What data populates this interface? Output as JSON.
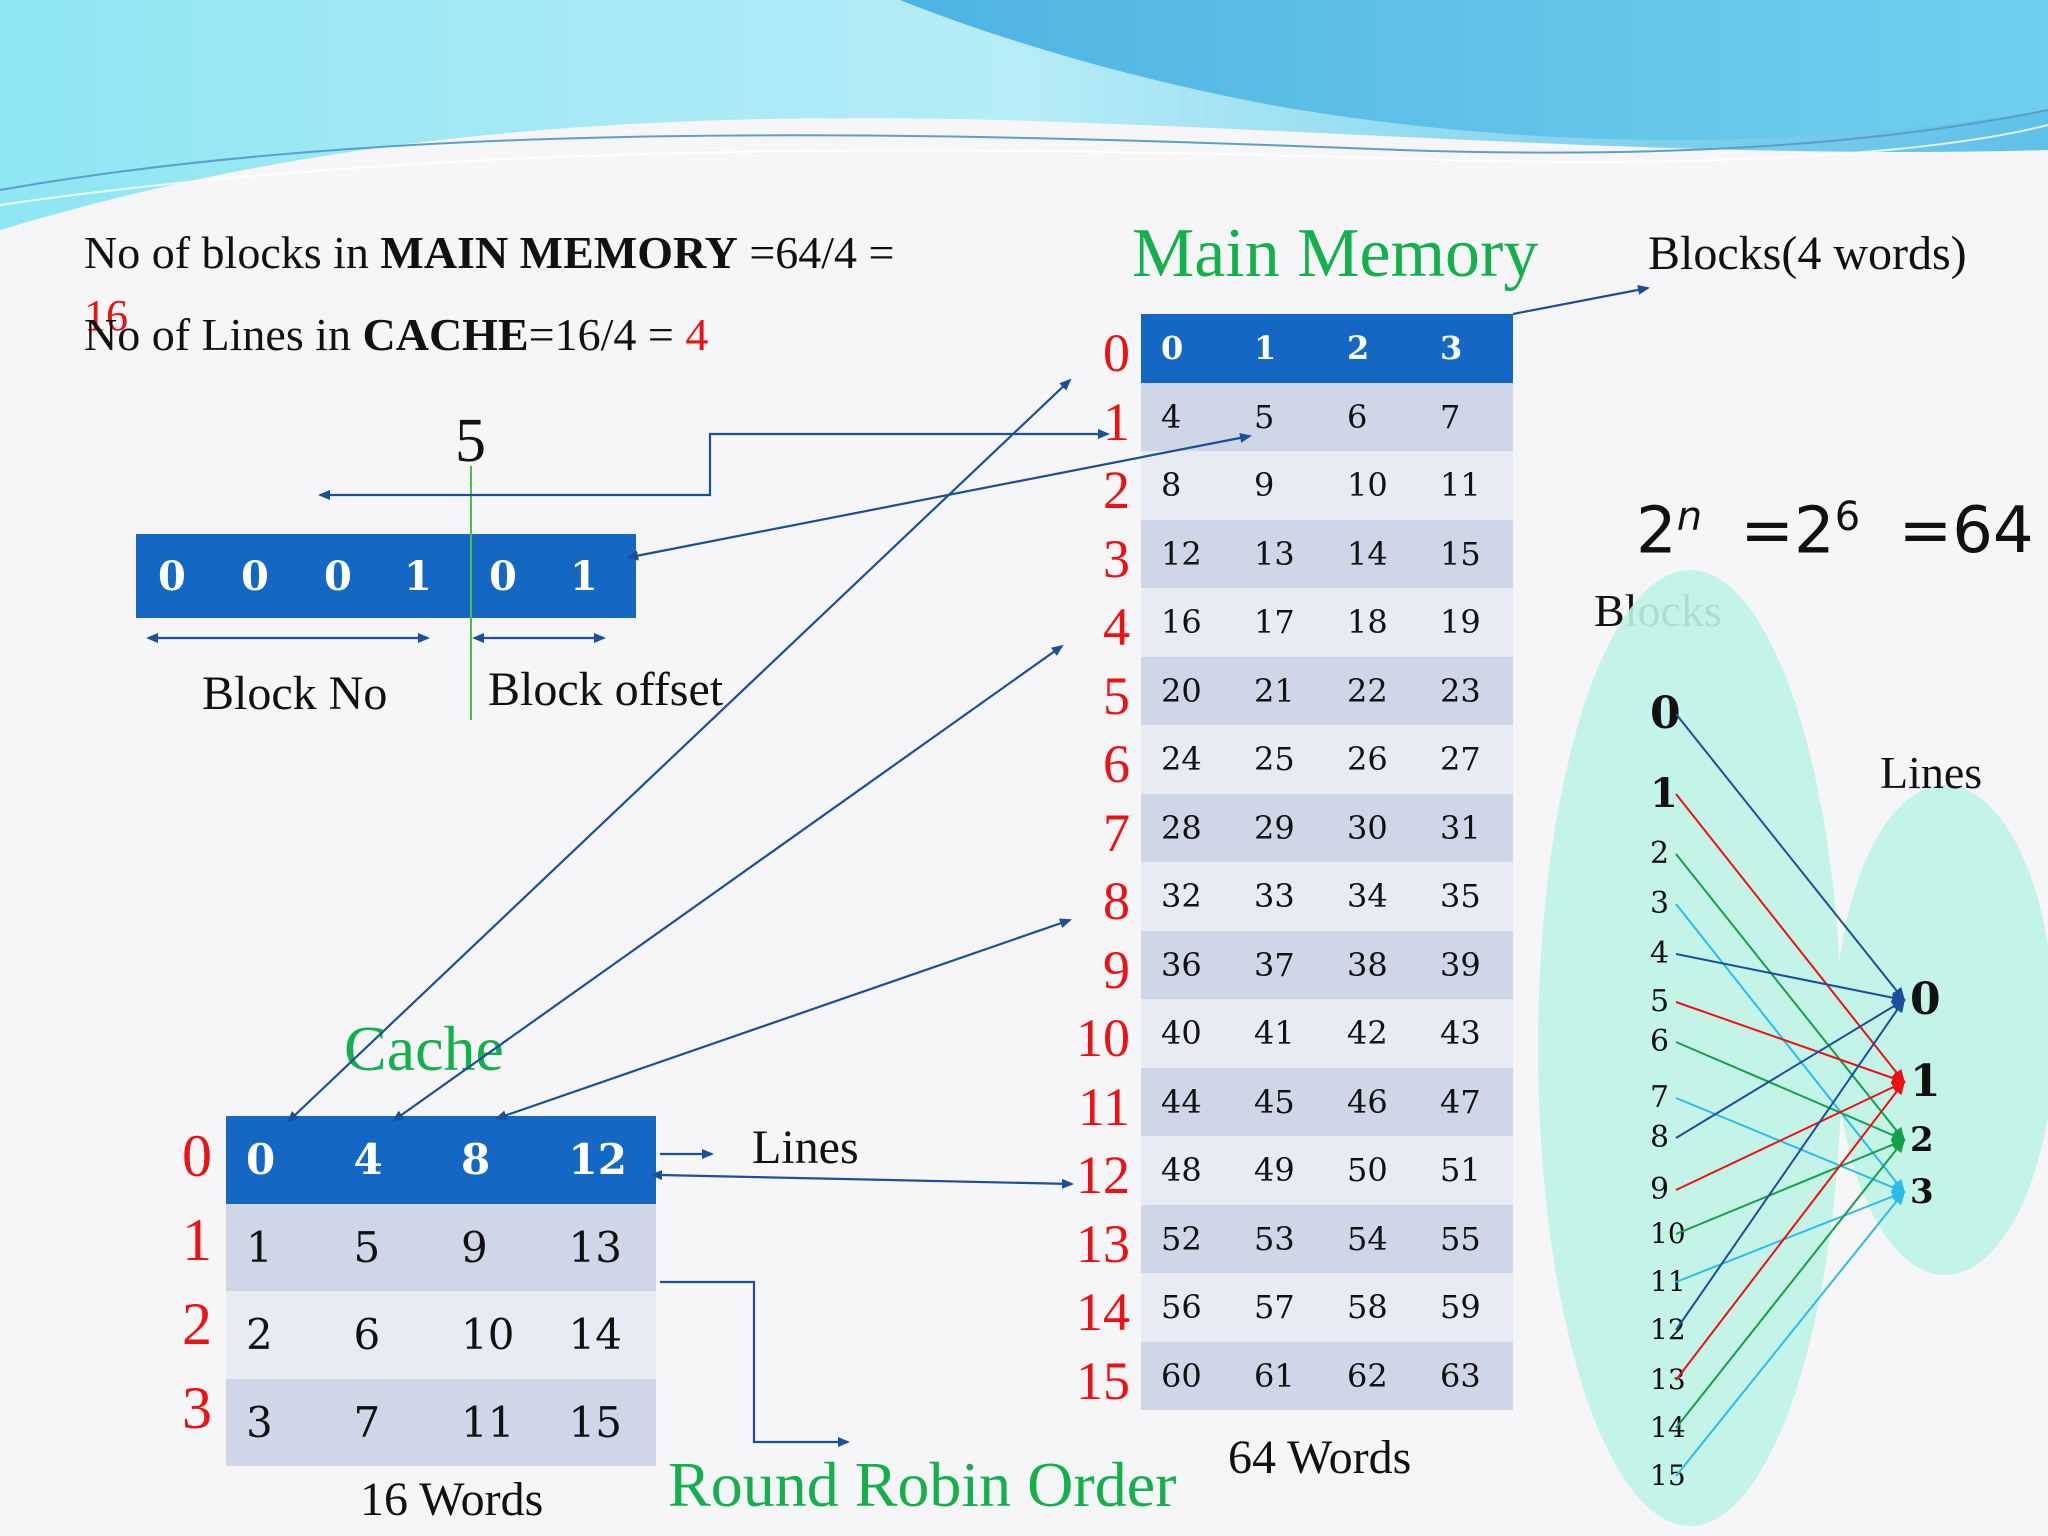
{
  "headline": {
    "blocks_prefix": "No of blocks in ",
    "blocks_bold": "MAIN MEMORY",
    "blocks_suffix": " =64/4 =",
    "blocks_value": "16",
    "lines_prefix": "No of Lines in ",
    "lines_bold": "CACHE",
    "lines_suffix": "=16/4 = ",
    "lines_value": "4"
  },
  "address": {
    "value_label": "5",
    "bits": [
      "0",
      "0",
      "0",
      "1",
      "0",
      "1"
    ],
    "block_no_label": "Block No",
    "block_offset_label": "Block offset"
  },
  "main_memory": {
    "title": "Main Memory",
    "blocks_label": "Blocks(4 words)",
    "size_label": "64 Words",
    "rows": [
      [
        "0",
        "1",
        "2",
        "3"
      ],
      [
        "4",
        "5",
        "6",
        "7"
      ],
      [
        "8",
        "9",
        "10",
        "11"
      ],
      [
        "12",
        "13",
        "14",
        "15"
      ],
      [
        "16",
        "17",
        "18",
        "19"
      ],
      [
        "20",
        "21",
        "22",
        "23"
      ],
      [
        "24",
        "25",
        "26",
        "27"
      ],
      [
        "28",
        "29",
        "30",
        "31"
      ],
      [
        "32",
        "33",
        "34",
        "35"
      ],
      [
        "36",
        "37",
        "38",
        "39"
      ],
      [
        "40",
        "41",
        "42",
        "43"
      ],
      [
        "44",
        "45",
        "46",
        "47"
      ],
      [
        "48",
        "49",
        "50",
        "51"
      ],
      [
        "52",
        "53",
        "54",
        "55"
      ],
      [
        "56",
        "57",
        "58",
        "59"
      ],
      [
        "60",
        "61",
        "62",
        "63"
      ]
    ],
    "block_indices": [
      "0",
      "1",
      "2",
      "3",
      "4",
      "5",
      "6",
      "7",
      "8",
      "9",
      "10",
      "11",
      "12",
      "13",
      "14",
      "15"
    ]
  },
  "cache": {
    "title": "Cache",
    "lines_label": "Lines",
    "size_label": "16 Words",
    "order_label": "Round Robin Order",
    "rows": [
      [
        "0",
        "4",
        "8",
        "12"
      ],
      [
        "1",
        "5",
        "9",
        "13"
      ],
      [
        "2",
        "6",
        "10",
        "14"
      ],
      [
        "3",
        "7",
        "11",
        "15"
      ]
    ],
    "line_indices": [
      "0",
      "1",
      "2",
      "3"
    ]
  },
  "formula": {
    "base": "2",
    "exp_n": "n",
    "exp_6": "6",
    "equals": "=",
    "result": "=64",
    "blocks_label": "Blocks"
  },
  "mapping": {
    "lines_label": "Lines",
    "block_labels": [
      "0",
      "1",
      "2",
      "3",
      "4",
      "5",
      "6",
      "7",
      "8",
      "9",
      "10",
      "11",
      "12",
      "13",
      "14",
      "15"
    ],
    "line_labels": [
      "0",
      "1",
      "2",
      "3"
    ],
    "line_colors": [
      "#1a4f9a",
      "#ee1111",
      "#13a04b",
      "#2bbde8"
    ]
  }
}
